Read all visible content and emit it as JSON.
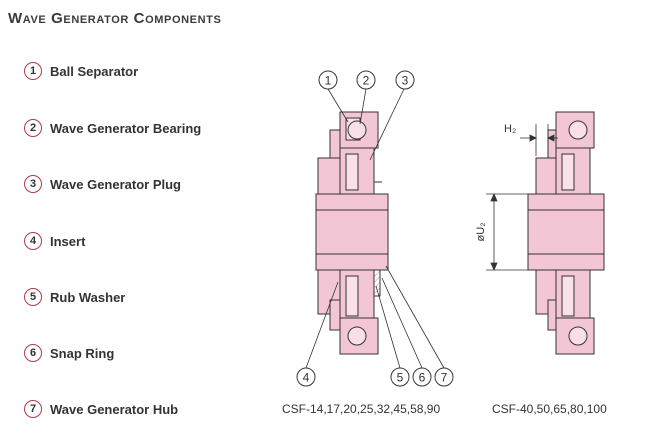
{
  "title": "Wave Generator Components",
  "legend": [
    {
      "number": "1",
      "label": "Ball Separator"
    },
    {
      "number": "2",
      "label": "Wave Generator Bearing"
    },
    {
      "number": "3",
      "label": "Wave Generator Plug"
    },
    {
      "number": "4",
      "label": "Insert"
    },
    {
      "number": "5",
      "label": "Rub Washer"
    },
    {
      "number": "6",
      "label": "Snap Ring"
    },
    {
      "number": "7",
      "label": "Wave Generator Hub"
    }
  ],
  "callouts": {
    "c1": "1",
    "c2": "2",
    "c3": "3",
    "c4": "4",
    "c5": "5",
    "c6": "6",
    "c7": "7"
  },
  "dimensions": {
    "h2": "H₂",
    "u2": "øU₂"
  },
  "captions": {
    "left": "CSF-14,17,20,25,32,45,58,90",
    "right": "CSF-40,50,65,80,100"
  },
  "colors": {
    "part_fill": "#f3c6d6",
    "part_fill_light": "#f9dfe8",
    "outline": "#333333",
    "accent": "#b23a4a"
  }
}
